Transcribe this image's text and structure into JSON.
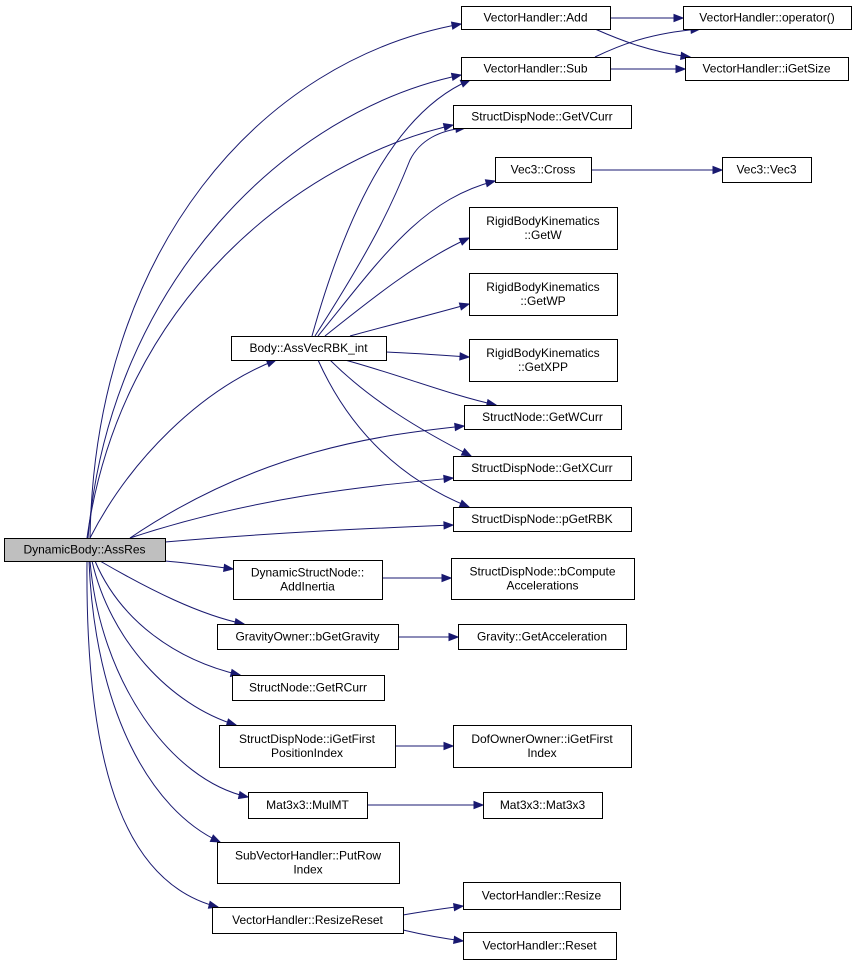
{
  "colors": {
    "edge": "#191970",
    "root_fill": "#bfbfbf",
    "node_fill": "#ffffff",
    "border": "#000000"
  },
  "nodes": [
    {
      "id": "assres",
      "lines": [
        "DynamicBody::AssRes"
      ],
      "root": true
    },
    {
      "id": "vhadd",
      "lines": [
        "VectorHandler::Add"
      ]
    },
    {
      "id": "vhsub",
      "lines": [
        "VectorHandler::Sub"
      ]
    },
    {
      "id": "vhop",
      "lines": [
        "VectorHandler::operator()"
      ]
    },
    {
      "id": "vhsize",
      "lines": [
        "VectorHandler::iGetSize"
      ]
    },
    {
      "id": "sdgetv",
      "lines": [
        "StructDispNode::GetVCurr"
      ]
    },
    {
      "id": "v3cross",
      "lines": [
        "Vec3::Cross"
      ]
    },
    {
      "id": "v3vec3",
      "lines": [
        "Vec3::Vec3"
      ]
    },
    {
      "id": "rbkw",
      "lines": [
        "RigidBodyKinematics",
        "::GetW"
      ]
    },
    {
      "id": "rbkwp",
      "lines": [
        "RigidBodyKinematics",
        "::GetWP"
      ]
    },
    {
      "id": "rbkxpp",
      "lines": [
        "RigidBodyKinematics",
        "::GetXPP"
      ]
    },
    {
      "id": "avrbk",
      "lines": [
        "Body::AssVecRBK_int"
      ]
    },
    {
      "id": "sngetw",
      "lines": [
        "StructNode::GetWCurr"
      ]
    },
    {
      "id": "sdgetx",
      "lines": [
        "StructDispNode::GetXCurr"
      ]
    },
    {
      "id": "sdprbk",
      "lines": [
        "StructDispNode::pGetRBK"
      ]
    },
    {
      "id": "dsnadd",
      "lines": [
        "DynamicStructNode::",
        "AddInertia"
      ]
    },
    {
      "id": "sdbcomp",
      "lines": [
        "StructDispNode::bCompute",
        "Accelerations"
      ]
    },
    {
      "id": "gobgg",
      "lines": [
        "GravityOwner::bGetGravity"
      ]
    },
    {
      "id": "gravacc",
      "lines": [
        "Gravity::GetAcceleration"
      ]
    },
    {
      "id": "sngetr",
      "lines": [
        "StructNode::GetRCurr"
      ]
    },
    {
      "id": "sdfirst",
      "lines": [
        "StructDispNode::iGetFirst",
        "PositionIndex"
      ]
    },
    {
      "id": "dofown",
      "lines": [
        "DofOwnerOwner::iGetFirst",
        "Index"
      ]
    },
    {
      "id": "mulmt",
      "lines": [
        "Mat3x3::MulMT"
      ]
    },
    {
      "id": "mat3x3",
      "lines": [
        "Mat3x3::Mat3x3"
      ]
    },
    {
      "id": "svhput",
      "lines": [
        "SubVectorHandler::PutRow",
        "Index"
      ]
    },
    {
      "id": "vhrr",
      "lines": [
        "VectorHandler::ResizeReset"
      ]
    },
    {
      "id": "vhres",
      "lines": [
        "VectorHandler::Resize"
      ]
    },
    {
      "id": "vhreset",
      "lines": [
        "VectorHandler::Reset"
      ]
    }
  ],
  "edges": [
    [
      "assres",
      "vhadd"
    ],
    [
      "assres",
      "vhsub"
    ],
    [
      "assres",
      "sdgetv"
    ],
    [
      "assres",
      "avrbk"
    ],
    [
      "assres",
      "sngetw"
    ],
    [
      "assres",
      "sdgetx"
    ],
    [
      "assres",
      "sdprbk"
    ],
    [
      "assres",
      "dsnadd"
    ],
    [
      "assres",
      "gobgg"
    ],
    [
      "assres",
      "sngetr"
    ],
    [
      "assres",
      "sdfirst"
    ],
    [
      "assres",
      "mulmt"
    ],
    [
      "assres",
      "svhput"
    ],
    [
      "assres",
      "vhrr"
    ],
    [
      "vhadd",
      "vhop"
    ],
    [
      "vhadd",
      "vhsize"
    ],
    [
      "vhsub",
      "vhop"
    ],
    [
      "vhsub",
      "vhsize"
    ],
    [
      "v3cross",
      "v3vec3"
    ],
    [
      "avrbk",
      "vhsub"
    ],
    [
      "avrbk",
      "sdgetv"
    ],
    [
      "avrbk",
      "v3cross"
    ],
    [
      "avrbk",
      "rbkw"
    ],
    [
      "avrbk",
      "rbkwp"
    ],
    [
      "avrbk",
      "rbkxpp"
    ],
    [
      "avrbk",
      "sngetw"
    ],
    [
      "avrbk",
      "sdgetx"
    ],
    [
      "avrbk",
      "sdprbk"
    ],
    [
      "dsnadd",
      "sdbcomp"
    ],
    [
      "gobgg",
      "gravacc"
    ],
    [
      "sdfirst",
      "dofown"
    ],
    [
      "mulmt",
      "mat3x3"
    ],
    [
      "vhrr",
      "vhres"
    ],
    [
      "vhrr",
      "vhreset"
    ]
  ]
}
